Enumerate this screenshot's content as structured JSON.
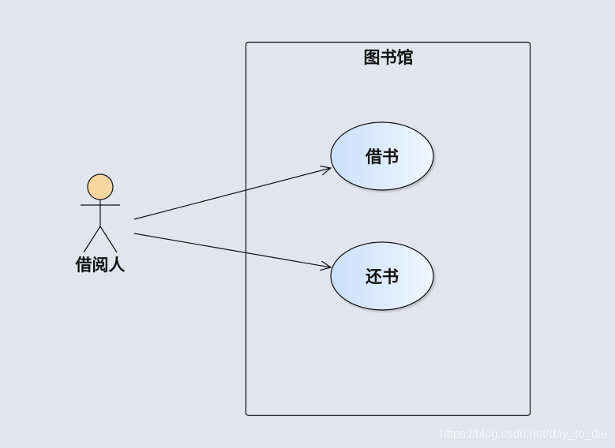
{
  "system": {
    "title": "图书馆"
  },
  "actor": {
    "label": "借阅人"
  },
  "use_cases": [
    {
      "label": "借书"
    },
    {
      "label": "还书"
    }
  ],
  "watermark": "https://blog.csdn.net/day_to_die",
  "colors": {
    "background": "#e2e5ee",
    "actor_head": "#f8d6a0",
    "use_case_fill_start": "#cde3fb",
    "use_case_fill_end": "#eef5ff",
    "stroke": "#111111"
  }
}
